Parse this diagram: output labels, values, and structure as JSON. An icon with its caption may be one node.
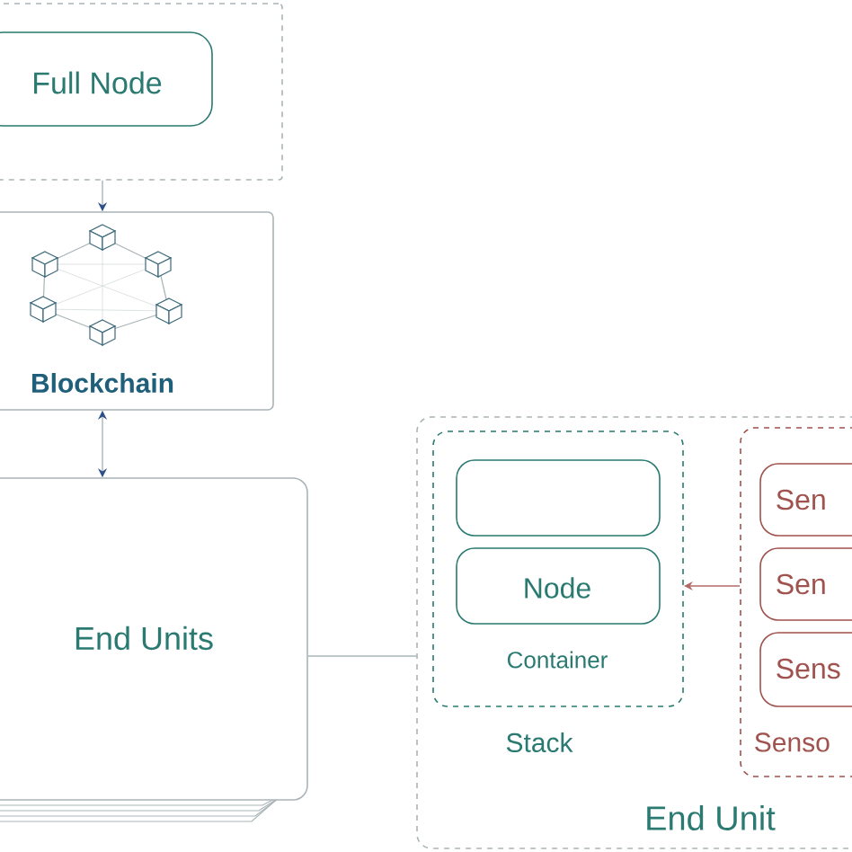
{
  "diagram": {
    "nodes": [
      {
        "text": [],
        "shape": "box"
      },
      {
        "text": [
          "Full Node"
        ],
        "in": 0
      },
      {
        "text": [
          "Blockchain"
        ]
      },
      {
        "text": [
          "End Units"
        ]
      },
      {
        "text": [
          "End Unit"
        ]
      },
      {
        "text": [
          "Container",
          "Stack"
        ],
        "in": 4
      },
      {
        "text": [],
        "shape": "box",
        "in": 5
      },
      {
        "text": [
          "Node"
        ],
        "in": 5
      },
      {
        "text": [
          "Senso"
        ],
        "in": 4
      },
      {
        "text": [
          "Sen"
        ],
        "in": 8
      },
      {
        "text": [
          "Sen"
        ],
        "in": 8
      },
      {
        "text": [
          "Sens"
        ],
        "in": 8
      }
    ],
    "edges": [
      {
        "from": 0,
        "to": 2,
        "arrow": "to"
      },
      {
        "from": 2,
        "to": 3,
        "arrow": "both"
      },
      {
        "from": 3,
        "to": 4,
        "arrow": "none"
      },
      {
        "from": 8,
        "to": 5,
        "arrow": "to",
        "color": "#b06a66"
      }
    ]
  }
}
